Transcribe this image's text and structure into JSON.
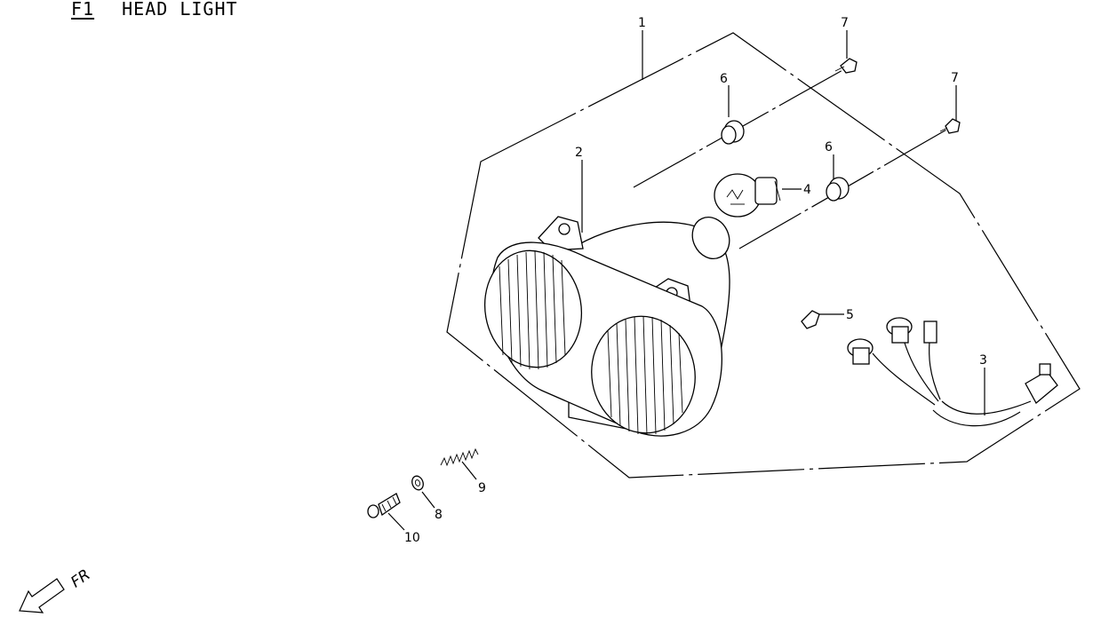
{
  "header": {
    "code": "F1",
    "title": "HEAD LIGHT"
  },
  "callouts": [
    {
      "id": "c1",
      "label": "1"
    },
    {
      "id": "c2",
      "label": "2"
    },
    {
      "id": "c3",
      "label": "3"
    },
    {
      "id": "c4",
      "label": "4"
    },
    {
      "id": "c5",
      "label": "5"
    },
    {
      "id": "c6a",
      "label": "6"
    },
    {
      "id": "c6b",
      "label": "6"
    },
    {
      "id": "c7a",
      "label": "7"
    },
    {
      "id": "c7b",
      "label": "7"
    },
    {
      "id": "c8",
      "label": "8"
    },
    {
      "id": "c9",
      "label": "9"
    },
    {
      "id": "c10",
      "label": "10"
    }
  ],
  "direction": {
    "label": "FR",
    "icon": "front-direction-arrow-icon"
  },
  "colors": {
    "line": "#000000",
    "background": "#ffffff"
  }
}
